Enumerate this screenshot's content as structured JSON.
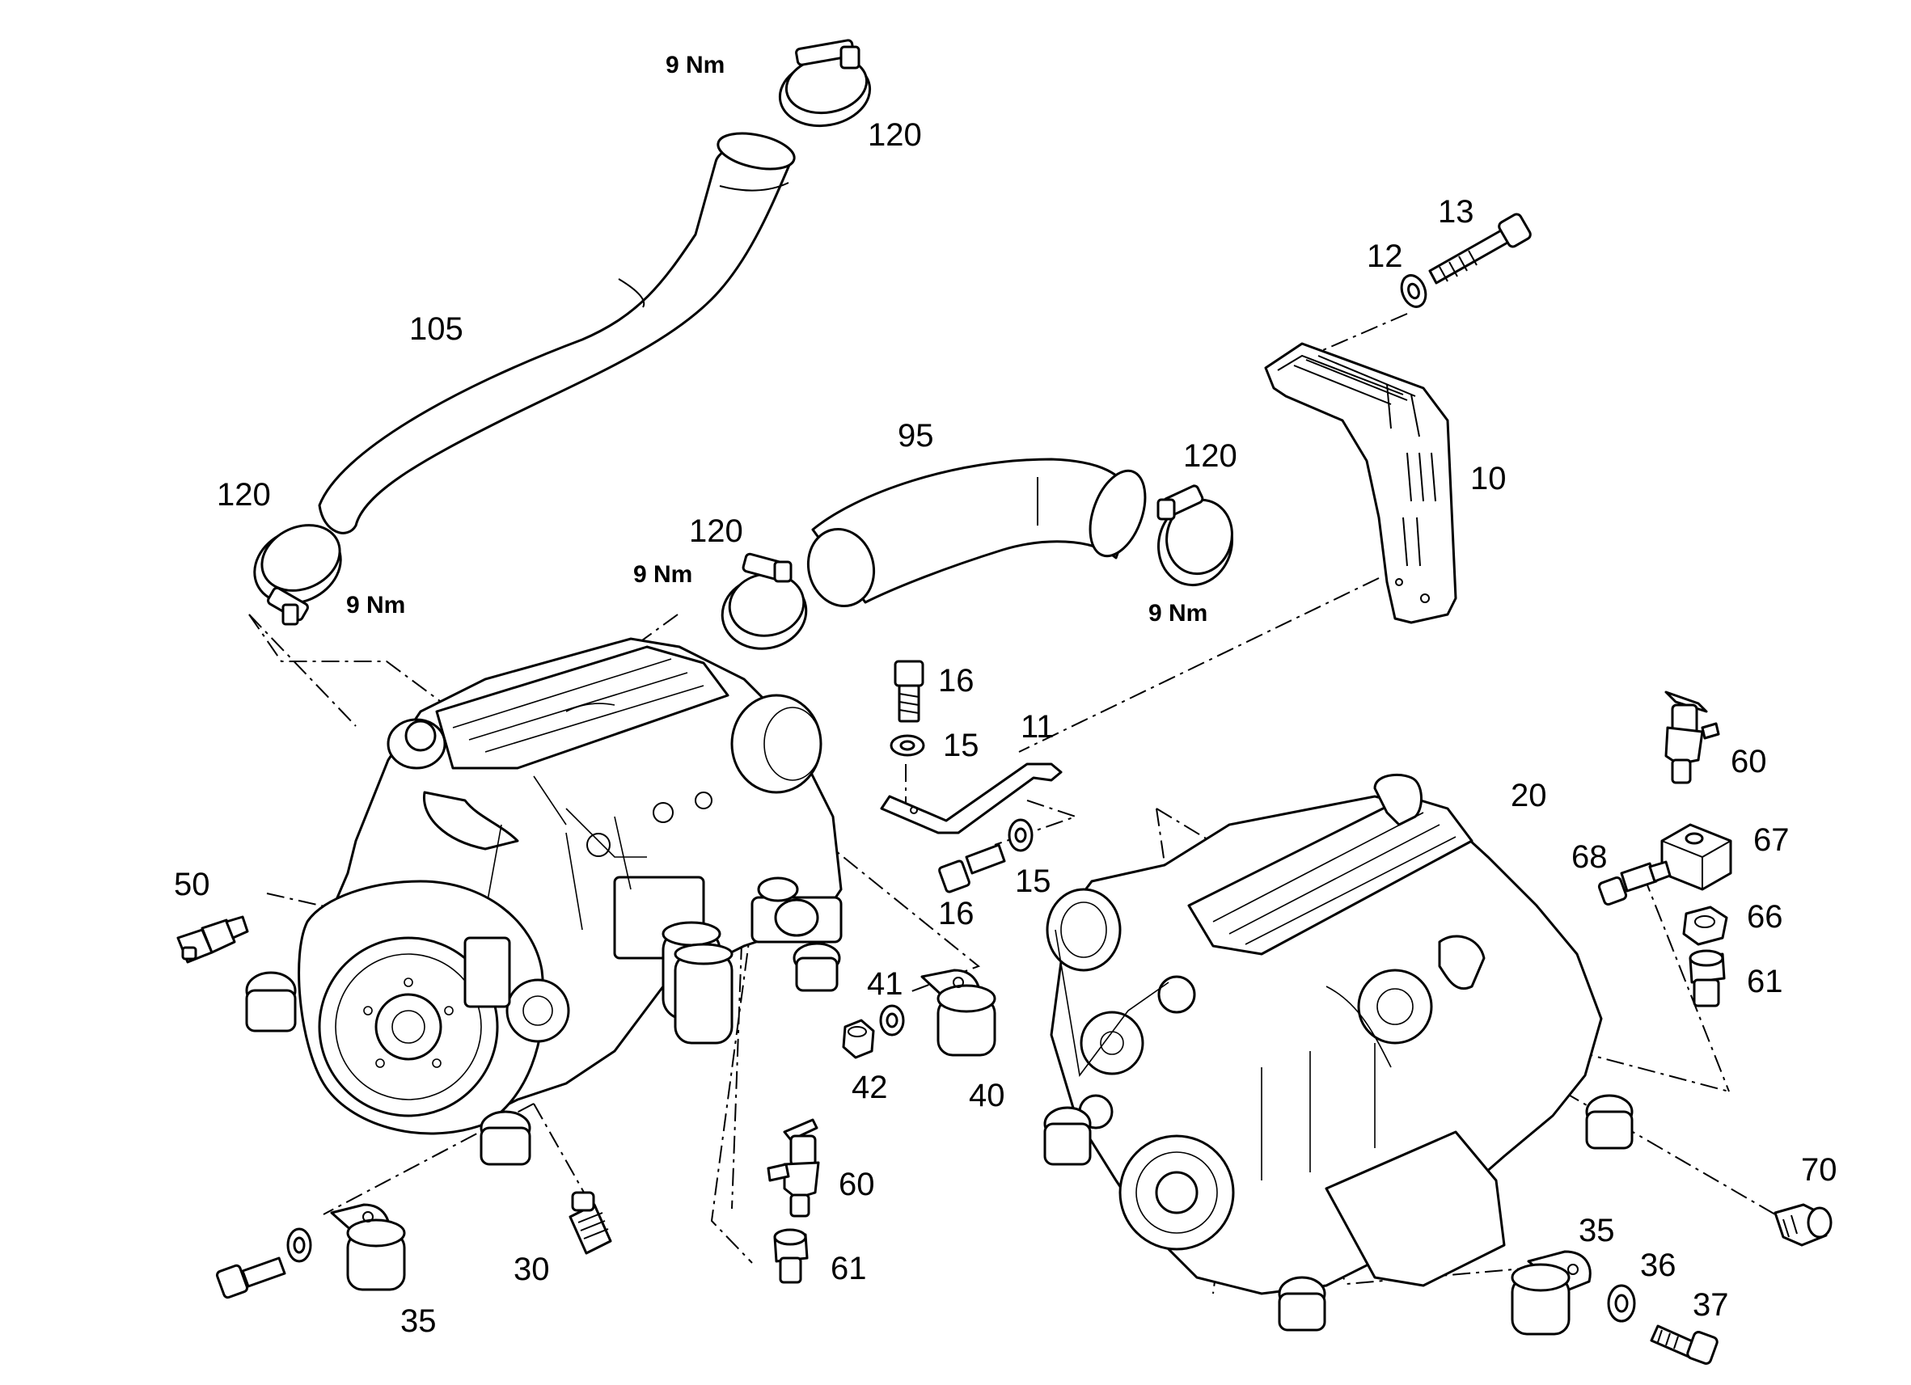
{
  "diagram": {
    "callouts": {
      "c120_top": "120",
      "c120_left": "120",
      "c120_mid": "120",
      "c120_right": "120",
      "c105": "105",
      "c95": "95",
      "c13": "13",
      "c12": "12",
      "c10": "10",
      "c16a": "16",
      "c16b": "16",
      "c15a": "15",
      "c15b": "15",
      "c11": "11",
      "c20": "20",
      "c60a": "60",
      "c60b": "60",
      "c67": "67",
      "c68": "68",
      "c66": "66",
      "c61a": "61",
      "c61b": "61",
      "c50": "50",
      "c41": "41",
      "c42": "42",
      "c40": "40",
      "c30": "30",
      "c35a": "35",
      "c35b": "35",
      "c36": "36",
      "c37": "37",
      "c70": "70"
    },
    "torques": {
      "t_top": "9 Nm",
      "t_left": "9 Nm",
      "t_mid": "9 Nm",
      "t_right": "9 Nm"
    }
  }
}
